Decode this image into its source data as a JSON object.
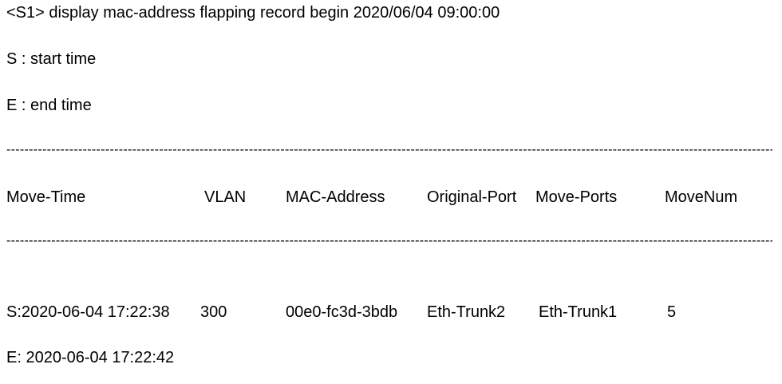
{
  "command_line": "<S1> display mac-address flapping record begin 2020/06/04 09:00:00",
  "legend": {
    "start": "S : start time",
    "end": "E : end time"
  },
  "separator": "------------------------------------------------------------------------------------------------------------------------------------------------------------------------------------------------------------------",
  "table": {
    "headers": {
      "move_time": "Move-Time",
      "vlan": "VLAN",
      "mac_address": "MAC-Address",
      "original_port": "Original-Port",
      "move_ports": "Move-Ports",
      "move_num": "MoveNum"
    },
    "rows": [
      {
        "start_time": "S:2020-06-04 17:22:38",
        "vlan": "300",
        "mac_address": "00e0-fc3d-3bdb",
        "original_port": "Eth-Trunk2",
        "move_ports": "Eth-Trunk1",
        "move_num": "5",
        "end_time": "E: 2020-06-04 17:22:42"
      }
    ]
  }
}
